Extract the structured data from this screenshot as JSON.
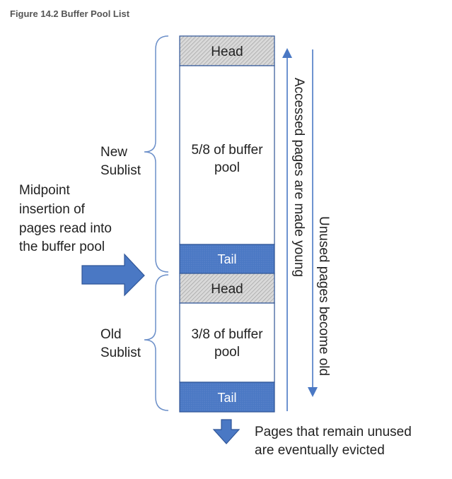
{
  "title": "Figure 14.2 Buffer Pool List",
  "colors": {
    "blue": "#4a78c4",
    "blue_border": "#2f5597",
    "hatch_bg": "#d9d9d9",
    "hatch_line": "#9a9a9a",
    "bracket": "#6b8fc9",
    "text": "#222222"
  },
  "new_sublist": {
    "label_line1": "New",
    "label_line2": "Sublist",
    "head": "Head",
    "body_line1": "5/8 of buffer",
    "body_line2": "pool",
    "tail": "Tail"
  },
  "old_sublist": {
    "label_line1": "Old",
    "label_line2": "Sublist",
    "head": "Head",
    "body_line1": "3/8 of buffer",
    "body_line2": "pool",
    "tail": "Tail"
  },
  "midpoint": {
    "line1": "Midpoint",
    "line2": "insertion of",
    "line3": "pages read into",
    "line4": "the buffer pool"
  },
  "accessed_label": "Accessed pages are made young",
  "unused_label": "Unused pages become old",
  "evicted": {
    "line1": "Pages that remain unused",
    "line2": "are eventually evicted"
  }
}
